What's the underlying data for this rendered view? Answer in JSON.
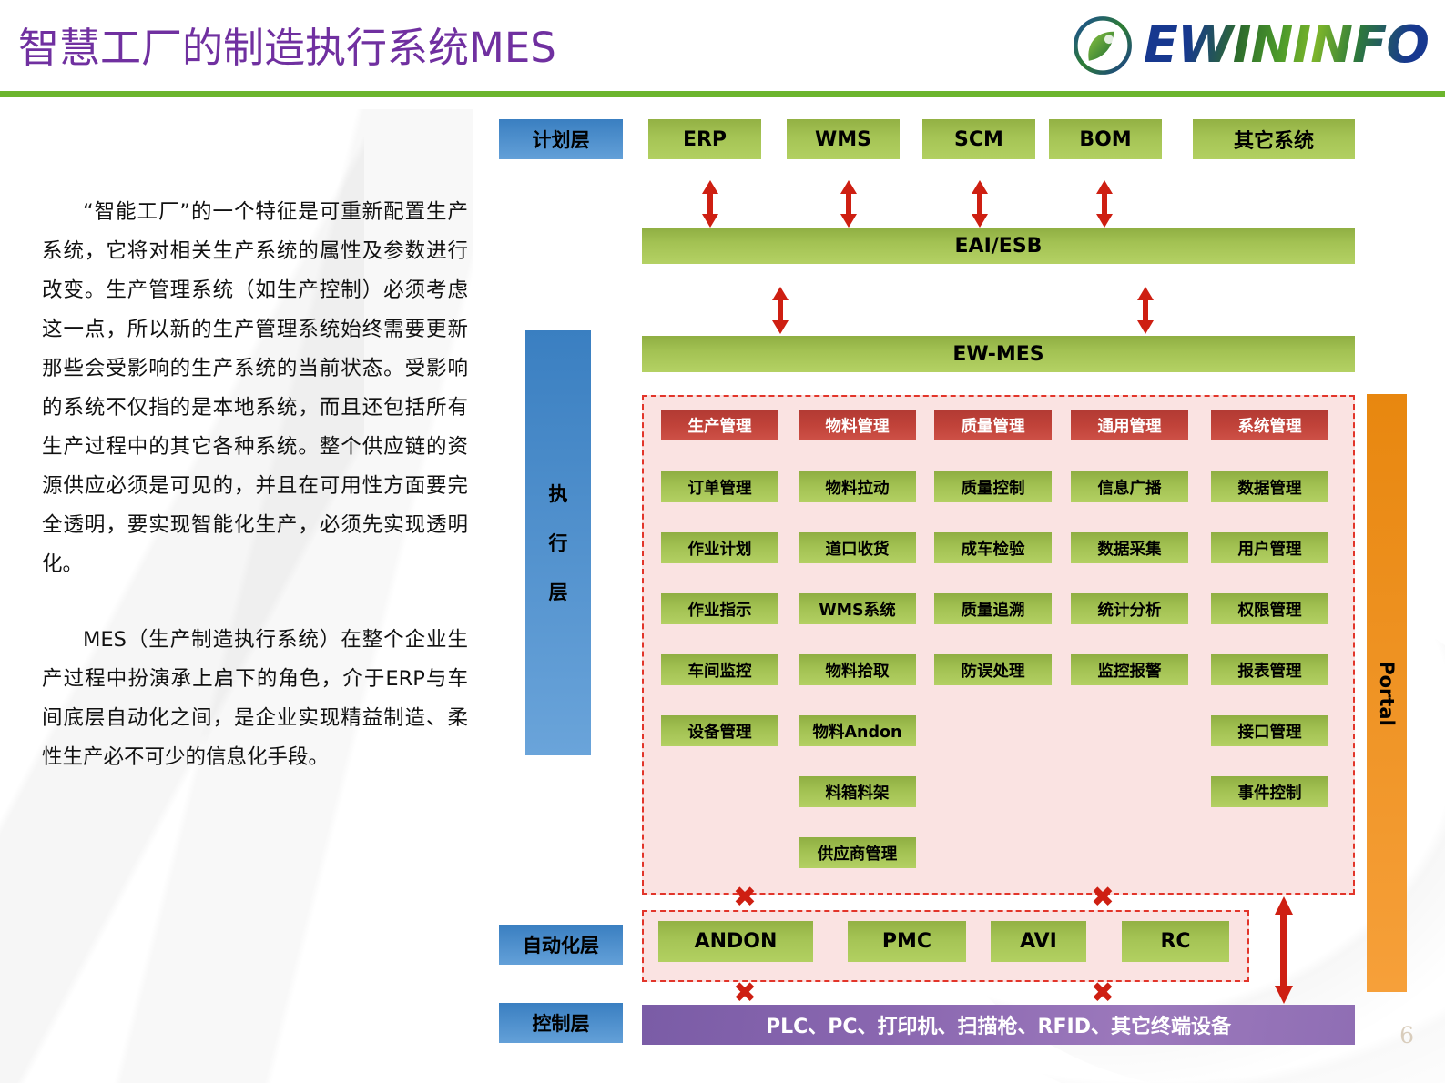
{
  "header": {
    "title": "智慧工厂的制造执行系统MES",
    "logo_text": "EWININFO",
    "title_color": "#7030A0",
    "rule_color": "#6CB52D"
  },
  "body_text": {
    "paragraphs": [
      "“智能工厂”的一个特征是可重新配置生产系统，它将对相关生产系统的属性及参数进行改变。生产管理系统（如生产控制）必须考虑这一点，所以新的生产管理系统始终需要更新那些会受影响的生产系统的当前状态。受影响的系统不仅指的是本地系统，而且还包括所有生产过程中的其它各种系统。整个供应链的资源供应必须是可见的，并且在可用性方面要完全透明，要实现智能化生产，必须先实现透明化。",
      "MES（生产制造执行系统）在整个企业生产过程中扮演承上启下的角色，介于ERP与车间底层自动化之间，是企业实现精益制造、柔性生产必不可少的信息化手段。"
    ]
  },
  "diagram": {
    "layers": {
      "plan": "计划层",
      "execution": "执行层",
      "automation": "自动化层",
      "control": "控制层"
    },
    "plan_systems": [
      "ERP",
      "WMS",
      "SCM",
      "BOM",
      "其它系统"
    ],
    "integration_bar": "EAI/ESB",
    "mes_bar": "EW-MES",
    "portal": "Portal",
    "mes_columns": [
      {
        "header": "生产管理",
        "items": [
          "订单管理",
          "作业计划",
          "作业指示",
          "车间监控",
          "设备管理"
        ]
      },
      {
        "header": "物料管理",
        "items": [
          "物料拉动",
          "道口收货",
          "WMS系统",
          "物料拾取",
          "物料Andon",
          "料箱料架",
          "供应商管理"
        ]
      },
      {
        "header": "质量管理",
        "items": [
          "质量控制",
          "成车检验",
          "质量追溯",
          "防误处理"
        ]
      },
      {
        "header": "通用管理",
        "items": [
          "信息广播",
          "数据采集",
          "统计分析",
          "监控报警"
        ]
      },
      {
        "header": "系统管理",
        "items": [
          "数据管理",
          "用户管理",
          "权限管理",
          "报表管理",
          "接口管理",
          "事件控制"
        ]
      }
    ],
    "automation_systems": [
      "ANDON",
      "PMC",
      "AVI",
      "RC"
    ],
    "control_devices": "PLC、PC、打印机、扫描枪、RFID、其它终端设备",
    "x_mark": "✖",
    "colors": {
      "green_box": "#A3C253",
      "red_header": "#C04239",
      "blue_label": "#3A7FC1",
      "orange_portal": "#E8870F",
      "purple_bar": "#8A67B0",
      "dashed_border": "#E2352A",
      "dashed_fill": "#FAE3E2",
      "arrow_red": "#CE1F12"
    }
  },
  "page_number": "6"
}
